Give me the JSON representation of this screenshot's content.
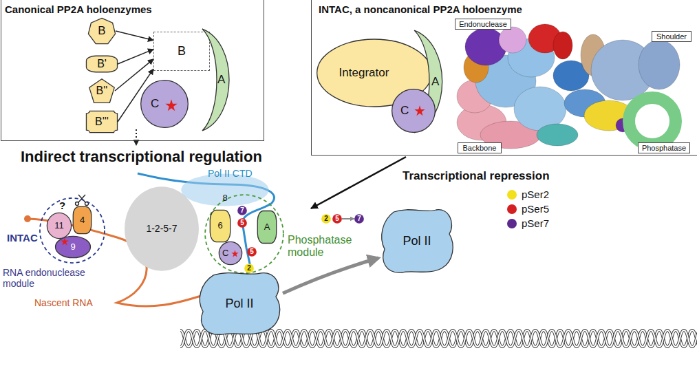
{
  "diagram": {
    "title": "Indirect transcriptional regulation",
    "nodes": [
      {
        "text": [
          "Canonical PP2A holoenzymes"
        ]
      },
      {
        "text": [
          "B"
        ],
        "in": 0
      },
      {
        "text": [
          "B'"
        ],
        "in": 0
      },
      {
        "text": [
          "B''"
        ],
        "in": 0
      },
      {
        "text": [
          "B'''"
        ],
        "in": 0
      },
      {
        "text": [
          "B"
        ],
        "in": 0
      },
      {
        "text": [
          "A"
        ],
        "in": 0
      },
      {
        "text": [
          "C"
        ],
        "in": 0
      },
      {
        "text": [
          "INTAC, a noncanonical PP2A holoenzyme"
        ]
      },
      {
        "text": [
          "Integrator"
        ],
        "in": 8
      },
      {
        "text": [
          "A"
        ],
        "in": 8
      },
      {
        "text": [
          "C"
        ],
        "in": 8
      },
      {
        "text": [
          "Endonuclease"
        ],
        "in": 8
      },
      {
        "text": [
          "Shoulder"
        ],
        "in": 8
      },
      {
        "text": [
          "Backbone"
        ],
        "in": 8
      },
      {
        "text": [
          "Phosphatase"
        ],
        "in": 8
      },
      {
        "text": [
          "RNA endonuclease module"
        ]
      },
      {
        "text": [
          "11"
        ],
        "in": 16
      },
      {
        "text": [
          "4"
        ],
        "in": 16
      },
      {
        "text": [
          "9"
        ],
        "in": 16
      },
      {
        "text": [
          "1-2-5-7"
        ]
      },
      {
        "text": [
          "8"
        ]
      },
      {
        "text": [
          "Phosphatase module"
        ]
      },
      {
        "text": [
          "6"
        ],
        "in": 22
      },
      {
        "text": [
          "A"
        ],
        "in": 22
      },
      {
        "text": [
          "C"
        ],
        "in": 22
      },
      {
        "text": [
          "7"
        ],
        "in": 22
      },
      {
        "text": [
          "5"
        ],
        "in": 22
      },
      {
        "text": [
          "5"
        ],
        "in": 22
      },
      {
        "text": [
          "2"
        ],
        "in": 22
      },
      {
        "text": [
          "Pol II"
        ]
      },
      {
        "text": [
          "2"
        ]
      },
      {
        "text": [
          "5"
        ]
      },
      {
        "text": [
          "7"
        ]
      },
      {
        "text": [
          "Pol II"
        ]
      }
    ],
    "edges": [
      {
        "from": 1,
        "to": 5,
        "arrow": "to"
      },
      {
        "from": 2,
        "to": 5,
        "arrow": "to"
      },
      {
        "from": 3,
        "to": 5,
        "arrow": "to"
      },
      {
        "from": 4,
        "to": 5,
        "arrow": "to"
      },
      {
        "from": 30,
        "to": 34,
        "arrow": "to"
      },
      {
        "from": 32,
        "to": 33,
        "arrow": "to"
      }
    ],
    "labels": [
      "Pol II CTD",
      "INTAC",
      "?",
      "Nascent RNA",
      "Transcriptional repression"
    ],
    "legend": [
      {
        "text": "pSer2",
        "color": "#f2e01c"
      },
      {
        "text": "pSer5",
        "color": "#d42020"
      },
      {
        "text": "pSer7",
        "color": "#5b2a8c"
      }
    ]
  }
}
